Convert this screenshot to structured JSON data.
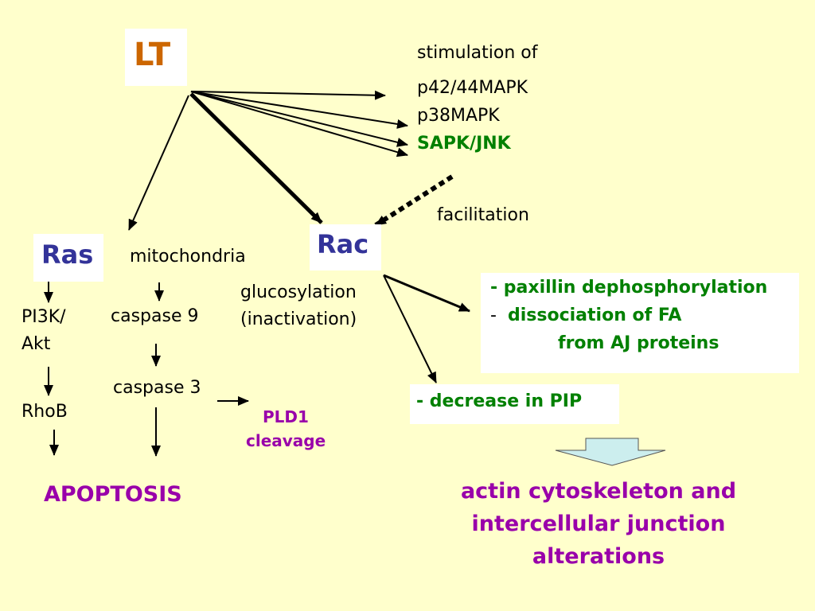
{
  "nodes": {
    "lt": "LT",
    "ras": "Ras",
    "rac": "Rac",
    "mitochondria": "mitochondria"
  },
  "stimulation": {
    "heading": "stimulation of",
    "targets": [
      "p42/44MAPK",
      "p38MAPK",
      "SAPK/JNK"
    ]
  },
  "facilitation": "facilitation",
  "glucosylation": {
    "line1": "glucosylation",
    "line2": "(inactivation)"
  },
  "ras_path": {
    "pi3k_line1": "PI3K/",
    "pi3k_line2": "Akt",
    "rhob": "RhoB"
  },
  "mito_path": {
    "caspase9": "caspase 9",
    "caspase3": "caspase 3"
  },
  "pld1": {
    "line1": "PLD1",
    "line2": "cleavage"
  },
  "apoptosis": "APOPTOSIS",
  "effects": {
    "line1": "- paxillin dephosphorylation",
    "line2_dash": "-",
    "line2_text": "dissociation of FA",
    "line3": "from AJ proteins"
  },
  "pip": "- decrease in PIP",
  "outcome": {
    "line1": "actin cytoskeleton and",
    "line2": "intercellular junction",
    "line3": "alterations"
  },
  "colors": {
    "background": "#FFFFCC",
    "lt": "#CC6600",
    "ras_rac": "#333399",
    "green": "#008000",
    "purple": "#9900AA",
    "block_arrow_fill": "#CCEEEE"
  }
}
